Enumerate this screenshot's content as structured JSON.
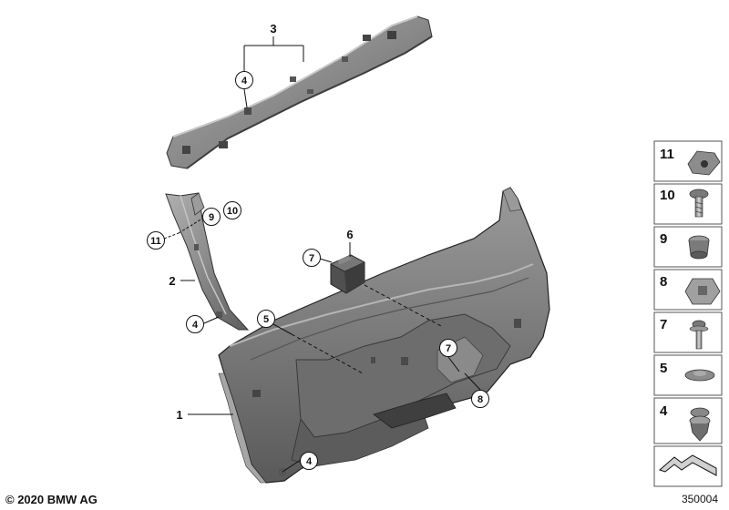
{
  "callouts": {
    "c1": "1",
    "c2": "2",
    "c3": "3",
    "c4a": "4",
    "c4b": "4",
    "c4c": "4",
    "c5": "5",
    "c6": "6",
    "c7a": "7",
    "c7b": "7",
    "c8": "8",
    "c9": "9",
    "c10": "10",
    "c11": "11"
  },
  "legend": [
    "11",
    "10",
    "9",
    "8",
    "7",
    "5",
    "4"
  ],
  "footer": {
    "copyright": "© 2020 BMW AG",
    "diagram_number": "350004"
  },
  "colors": {
    "part_fill": "#7d7d7d",
    "part_dark": "#4f4f4f",
    "part_light": "#a8a8a8",
    "line": "#111111",
    "legend_border": "#555555"
  }
}
